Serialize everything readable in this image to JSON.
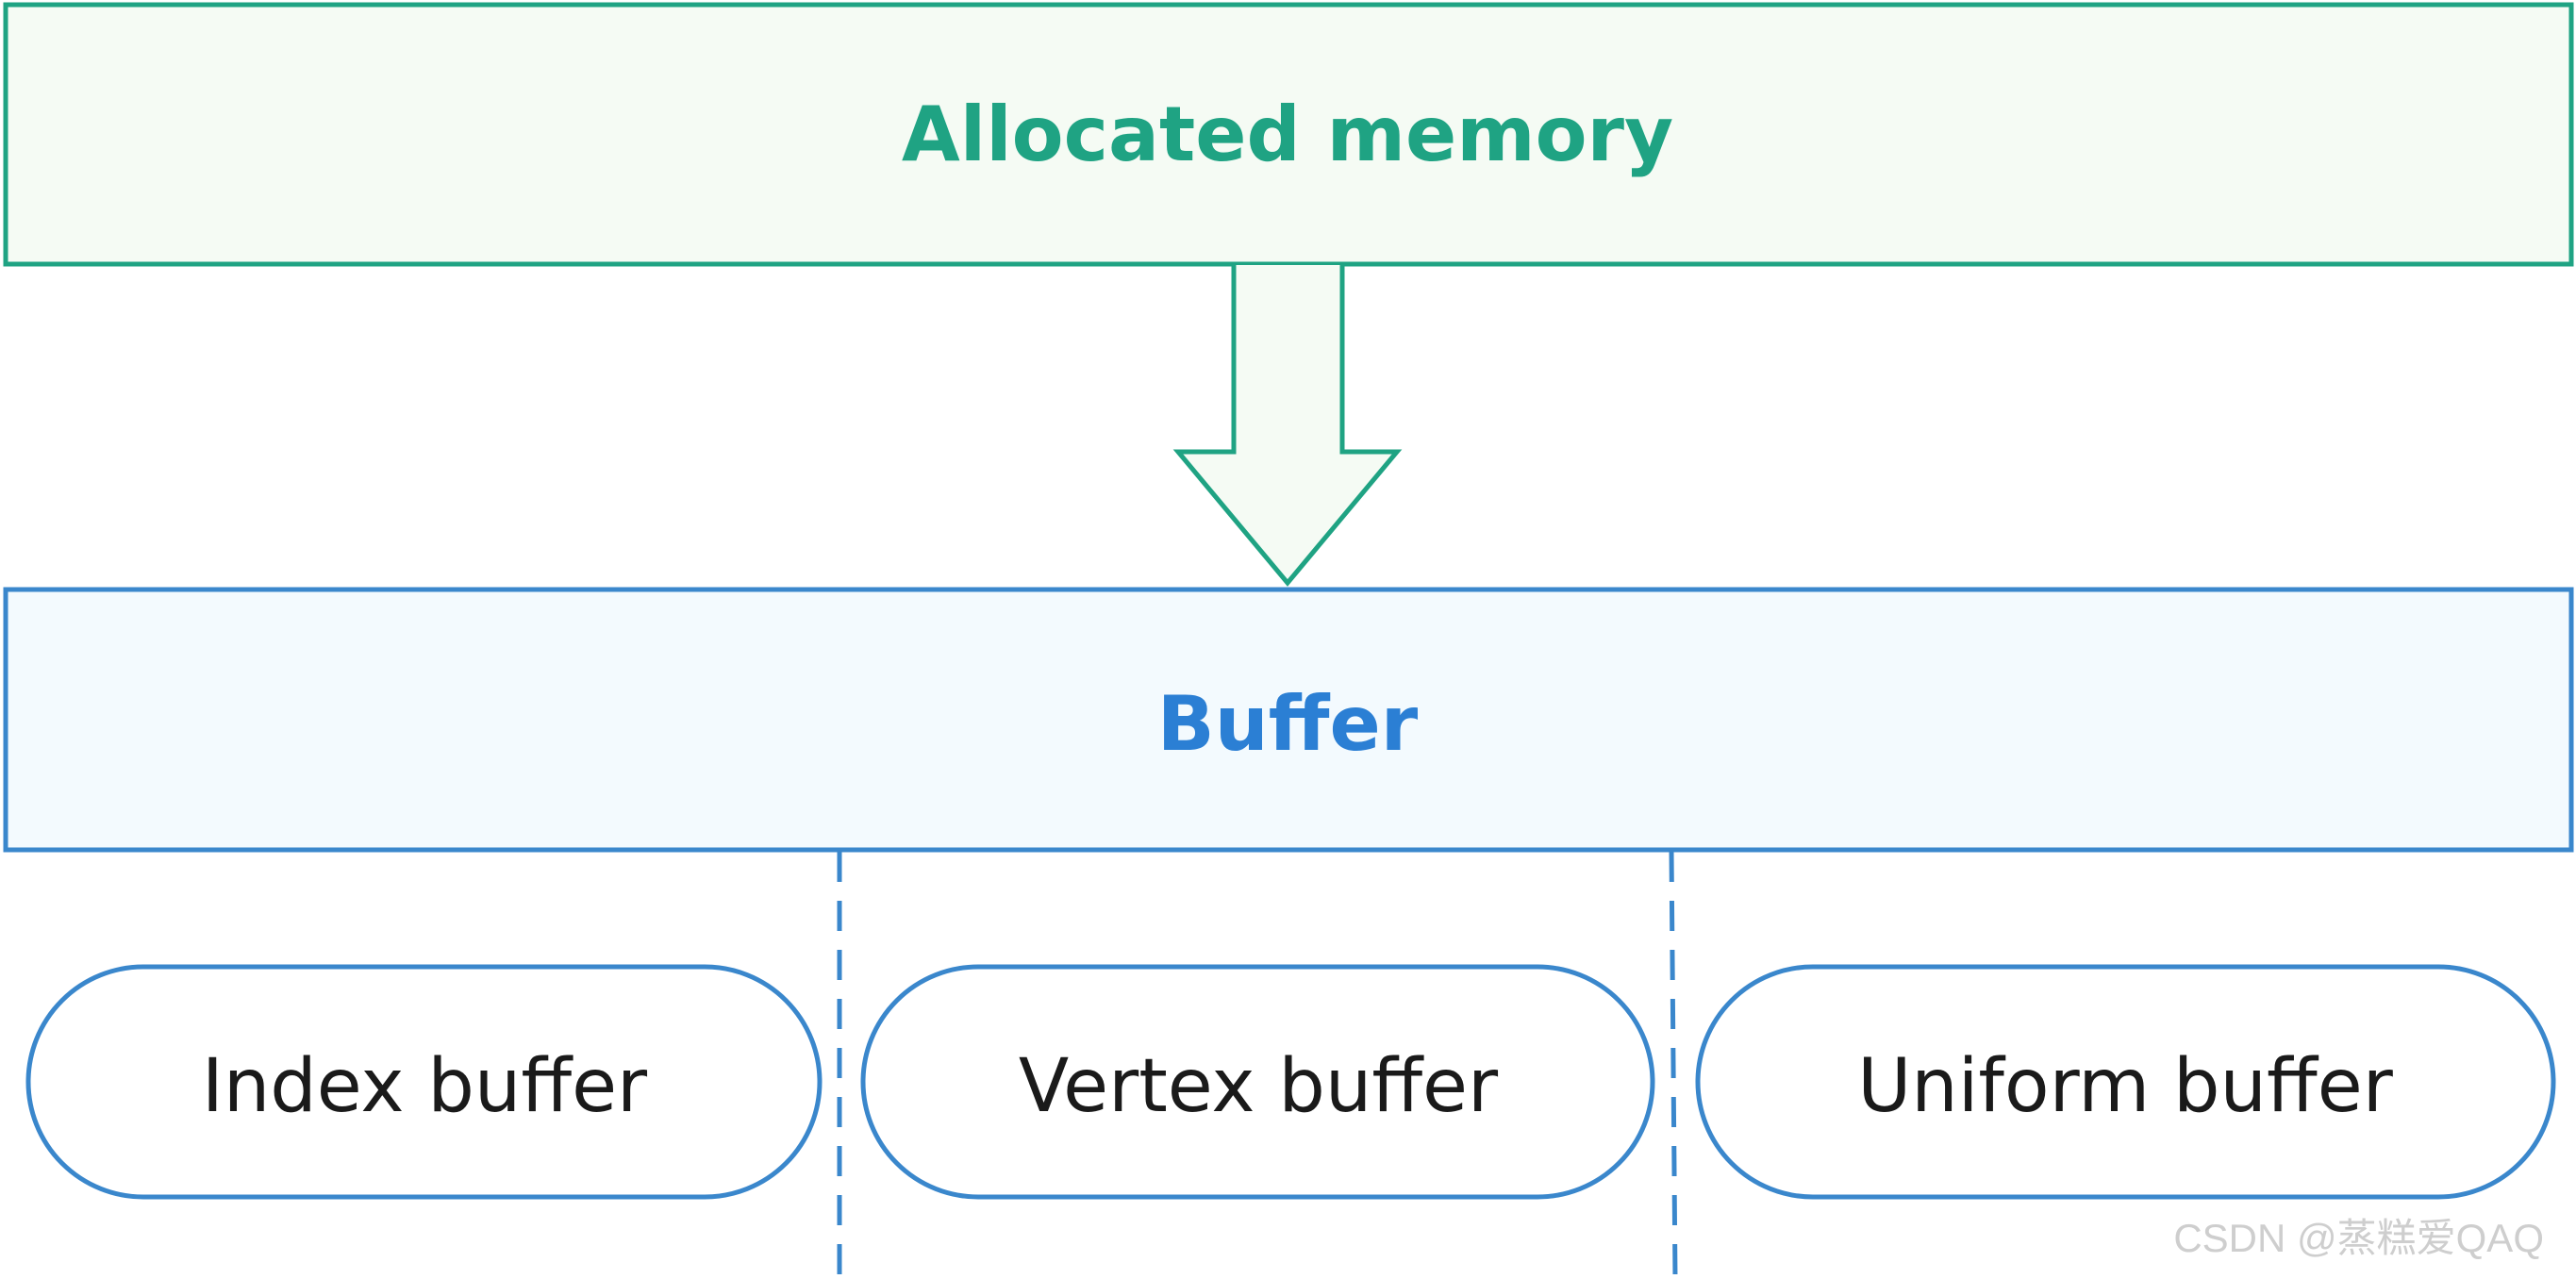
{
  "diagram": {
    "top_box": {
      "label": "Allocated memory"
    },
    "middle_box": {
      "label": "Buffer"
    },
    "buffer_types": [
      {
        "label": "Index buffer"
      },
      {
        "label": "Vertex buffer"
      },
      {
        "label": "Uniform buffer"
      }
    ]
  },
  "watermark": {
    "text": "CSDN @蒸糕爱QAQ"
  },
  "colors": {
    "green_stroke": "#1fa383",
    "green_fill": "#f5fbf4",
    "green_text": "#1fa383",
    "blue_stroke": "#3a87cc",
    "blue_fill": "#f3fafe",
    "blue_text": "#2b7fd4",
    "pill_text": "#1a1a1a"
  }
}
